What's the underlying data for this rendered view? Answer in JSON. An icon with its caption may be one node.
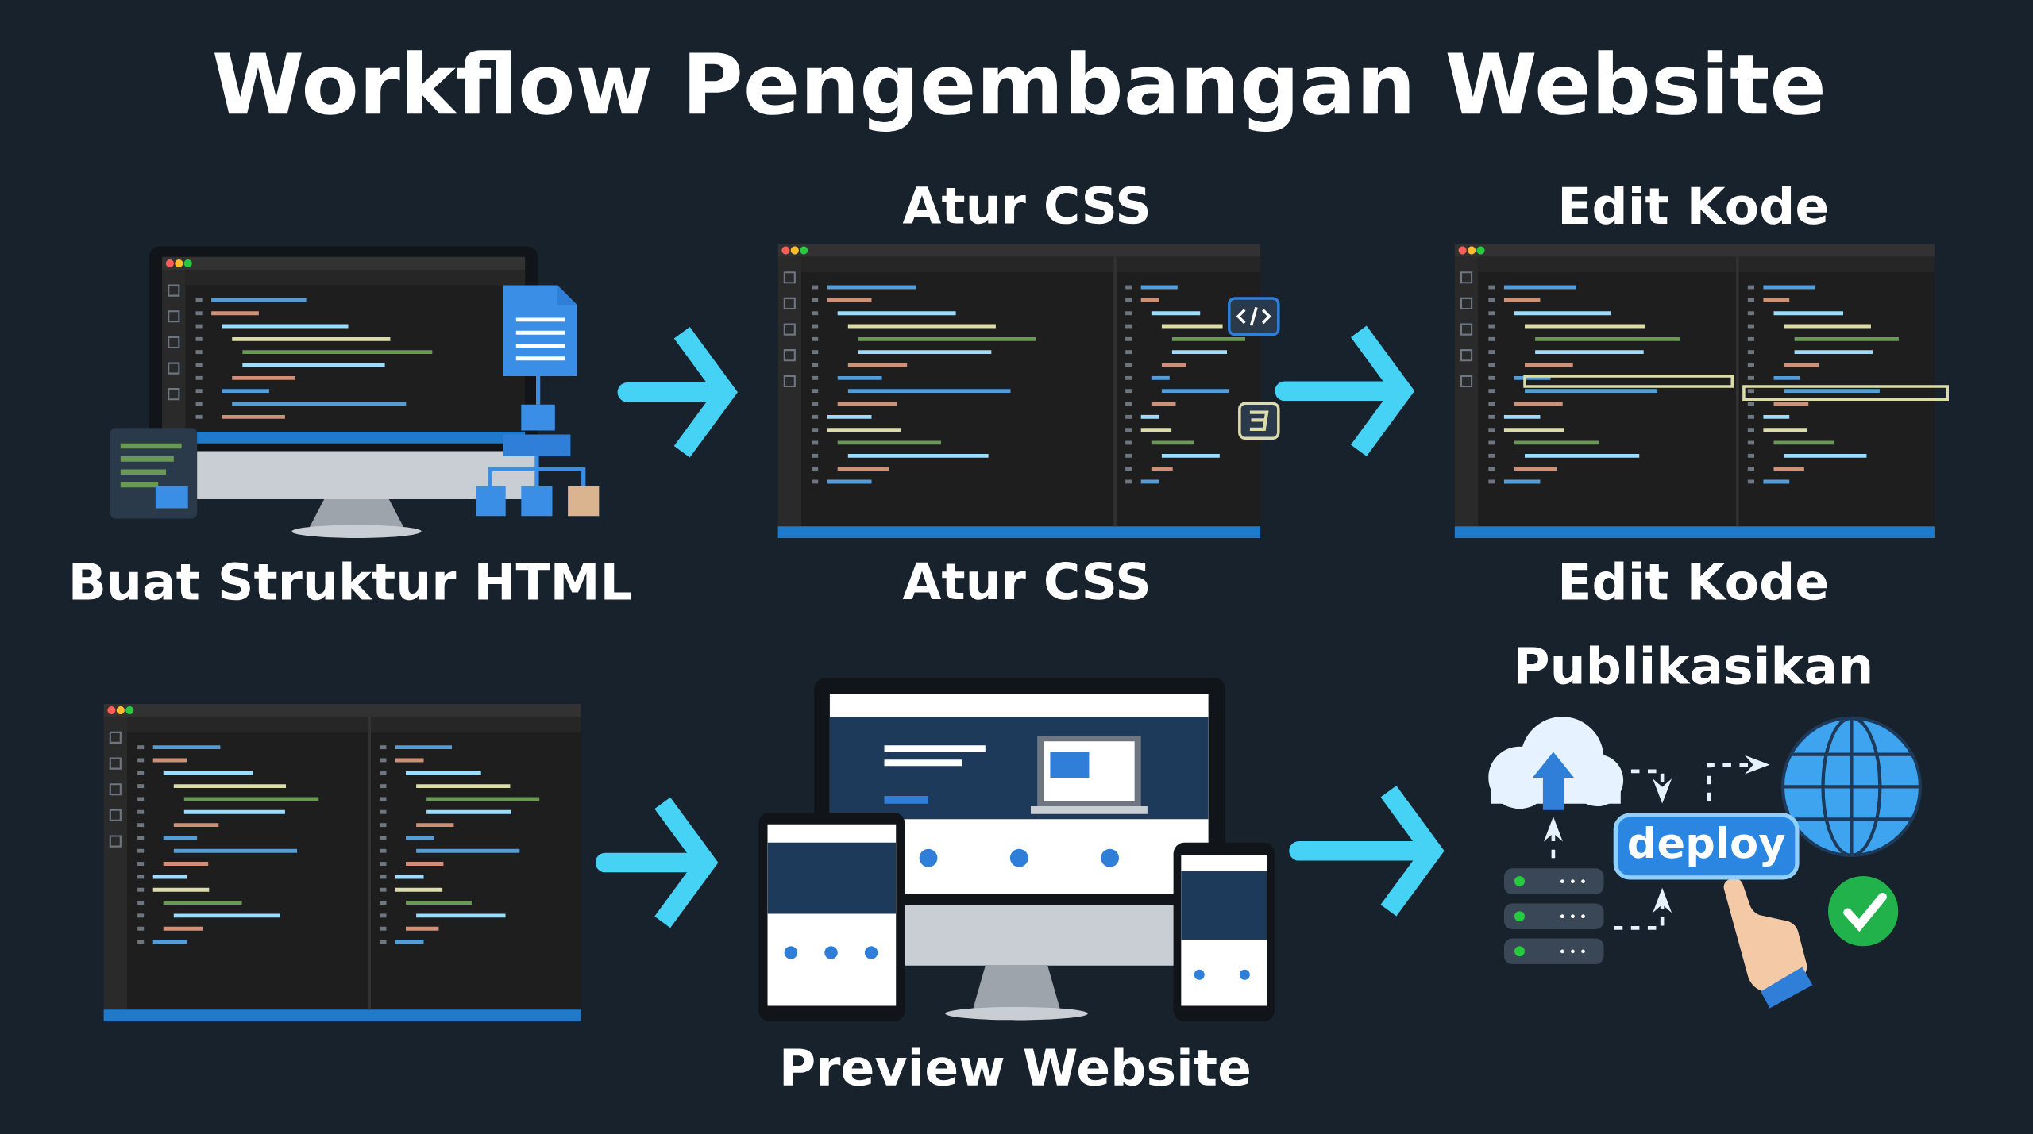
{
  "diagram": {
    "title": "Workflow Pengembangan Website",
    "nodes": [
      {
        "text": [
          "Buat Struktur HTML"
        ]
      },
      {
        "text": [
          "Atur CSS",
          "Atur CSS"
        ]
      },
      {
        "text": [
          "Edit Kode",
          "Edit Kode"
        ]
      },
      {
        "text": [],
        "shape": "picture"
      },
      {
        "text": [
          "Preview Website"
        ]
      },
      {
        "text": [
          "Publikasikan"
        ]
      },
      {
        "text": [
          "deploy"
        ],
        "in": 5
      }
    ],
    "edges": [
      {
        "from": 0,
        "to": 1,
        "arrow": "to"
      },
      {
        "from": 1,
        "to": 2,
        "arrow": "to"
      },
      {
        "from": 3,
        "to": 4,
        "arrow": "to"
      },
      {
        "from": 4,
        "to": 5,
        "arrow": "to"
      }
    ]
  }
}
